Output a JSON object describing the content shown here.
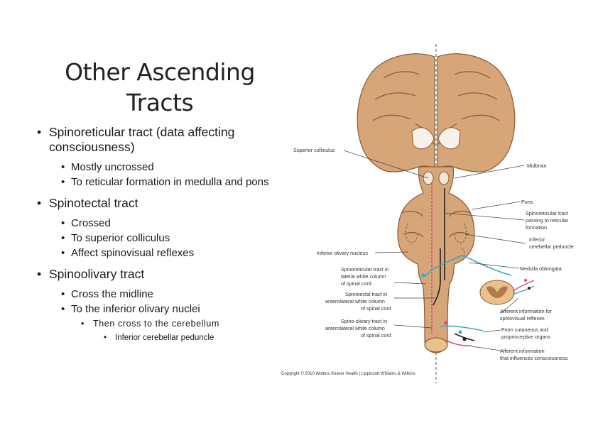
{
  "title": {
    "line1": "Other Ascending",
    "line2": "Tracts"
  },
  "bullets": [
    {
      "text": "Spinoreticular tract (data affecting consciousness)",
      "subs": [
        "Mostly uncrossed",
        "To reticular formation in medulla and pons"
      ]
    },
    {
      "text": "Spinotectal tract",
      "subs": [
        "Crossed",
        "To superior colliculus",
        "Affect spinovisual reflexes"
      ]
    },
    {
      "text": "Spinoolivary tract",
      "subs": [
        "Cross the midline",
        "To the inferior olivary nuclei"
      ],
      "sub3": "Then cross to the cerebellum",
      "sub4": "Inferior cerebellar peduncle"
    }
  ],
  "figure": {
    "labels": {
      "superior_colliculus": "Superior colliculus",
      "midbrain": "Midbrain",
      "pons": "Pons",
      "spinoreticular_passing_1": "Spinoreticular tract",
      "spinoreticular_passing_2": "passing to reticular",
      "spinoreticular_passing_3": "formation",
      "icp_1": "Inferior",
      "icp_2": "cerebellar peduncle",
      "inferior_olivary": "Inferior olivary nucleus",
      "medulla": "Medulla oblongata",
      "sr_lat_1": "Spinoreticular tract in",
      "sr_lat_2": "lateral white column",
      "sr_lat_3": "of spinal cord",
      "st_ant_1": "Spinotectal tract in",
      "st_ant_2": "anterolateral white column",
      "st_ant_3": "of spinal cord",
      "so_ant_1": "Spino-olivary tract in",
      "so_ant_2": "anterolateral white column",
      "so_ant_3": "of spinal cord",
      "aff_sv_1": "Afferent information for",
      "aff_sv_2": "spinovisual reflexes",
      "cut_1": "From cutaneous and",
      "cut_2": "proprioceptive organs",
      "aff_c_1": "Afferent information",
      "aff_c_2": "that influences consciousness"
    },
    "copyright": "Copyright © 2010 Wolters Kluwer Health | Lippincott Williams & Wilkins",
    "colors": {
      "brain": "#d6a578",
      "brain_outline": "#8a5a36",
      "tract_red": "#e0457a",
      "tract_cyan": "#3aa8c4",
      "tract_black": "#222222"
    }
  }
}
